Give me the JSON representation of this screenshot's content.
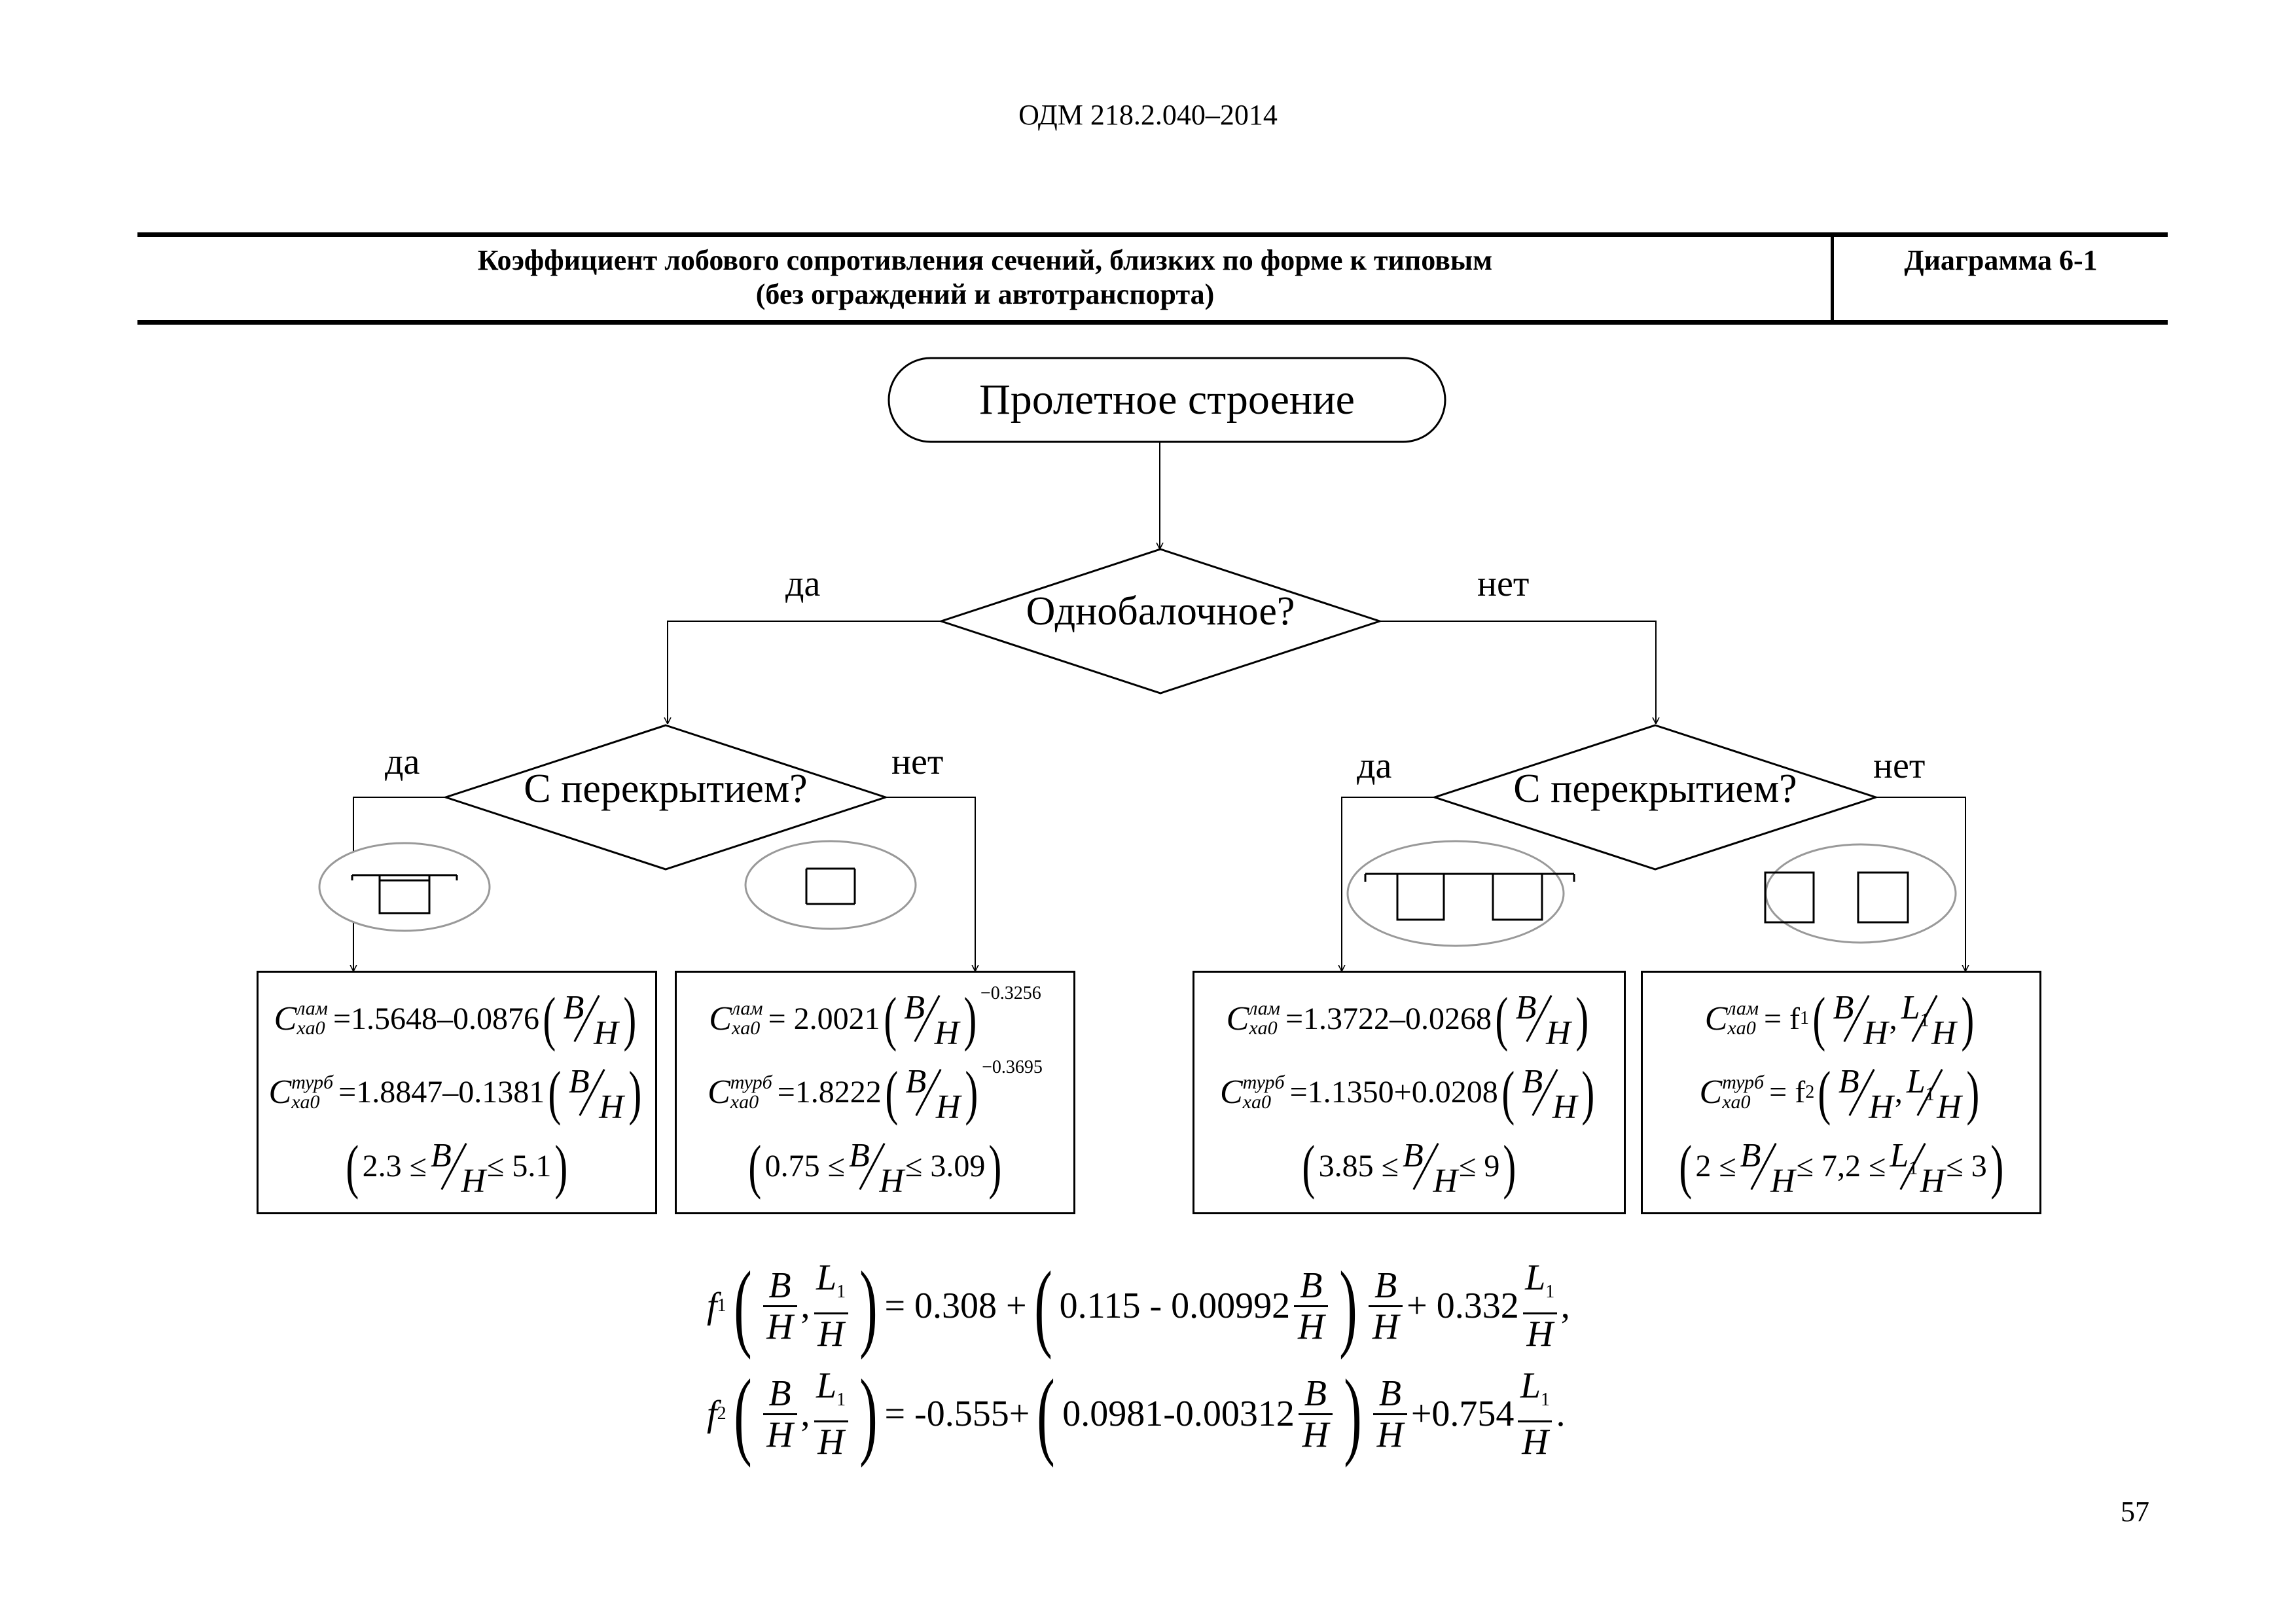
{
  "header": {
    "doc_code": "ОДМ 218.2.040–2014"
  },
  "title": {
    "line1": "Коэффициент лобового сопротивления сечений, близких по форме к типовым",
    "line2": "(без ограждений и автотранспорта)",
    "diagram_id": "Диаграмма 6-1"
  },
  "flow": {
    "start": "Пролетное строение",
    "q_single": "Однобалочное?",
    "q_deck_left": "С перекрытием?",
    "q_deck_right": "С перекрытием?",
    "yes": "да",
    "no": "нет"
  },
  "boxes": {
    "b1": {
      "lam": "=1.5648–0.0876",
      "turb": "=1.8847–0.1381",
      "range_lo": "2.3 ≤",
      "range_hi": "≤ 5.1"
    },
    "b2": {
      "lam": "= 2.0021",
      "lam_exp": "−0.3256",
      "turb": "=1.8222",
      "turb_exp": "−0.3695",
      "range_lo": "0.75 ≤",
      "range_hi": "≤ 3.09"
    },
    "b3": {
      "lam": "=1.3722–0.0268",
      "turb": "=1.1350+0.0208",
      "range_lo": "3.85 ≤",
      "range_hi": "≤ 9"
    },
    "b4": {
      "lam": "= f",
      "turb": "= f",
      "range_lo": "2 ≤",
      "range_mid": "≤ 7,2 ≤",
      "range_hi": "≤ 3"
    }
  },
  "symbols": {
    "C": "C",
    "sup_lam": "лам",
    "sup_turb": "турб",
    "sub_x": "xa0",
    "B": "B",
    "H": "H",
    "L": "L",
    "f": "f",
    "one": "1",
    "two": "2",
    "comma": ","
  },
  "equations": {
    "eq1_rhs1": "= 0.308 +",
    "eq1_inner": "0.115 - 0.00992",
    "eq1_rhs2": "+ 0.332",
    "eq1_end": ",",
    "eq2_rhs1": "= -0.555+",
    "eq2_inner": "0.0981-0.00312",
    "eq2_rhs2": "+0.754",
    "eq2_end": "."
  },
  "footer": {
    "page_number": "57"
  }
}
